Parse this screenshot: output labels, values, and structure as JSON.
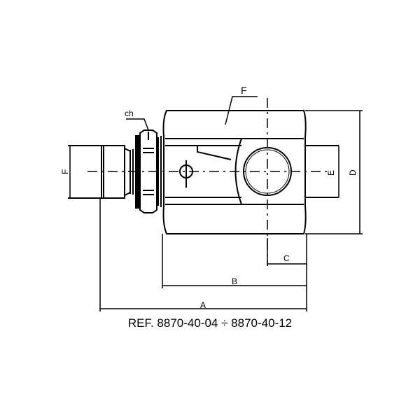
{
  "drawing": {
    "reference": "REF. 8870-40-04 ÷ 8870-40-12",
    "labels": {
      "F_thread": "F",
      "F_port": "F",
      "ch": "ch",
      "E": "E",
      "D": "D",
      "C": "C",
      "B": "B",
      "A": "A"
    }
  }
}
